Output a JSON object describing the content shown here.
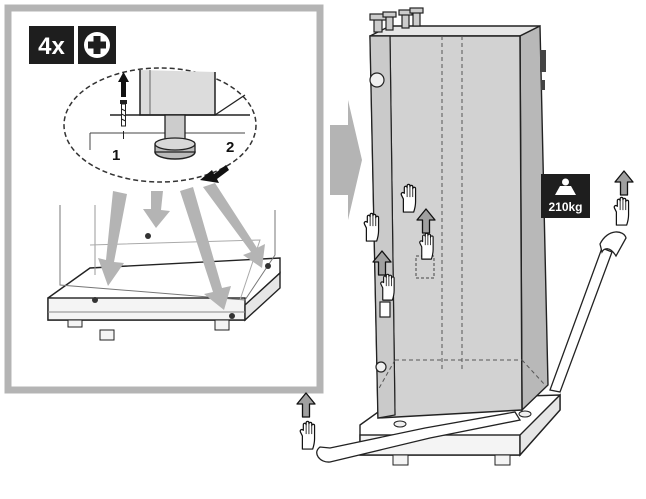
{
  "left_panel": {
    "count_label": "4x",
    "tool_icon": "phillips-screwdriver-icon",
    "step_1": "1",
    "step_2": "2"
  },
  "right_panel": {
    "weight_label": "210kg",
    "weight_icon": "weight-icon",
    "hand_icon": "hand-icon",
    "lift_icon": "arrow-up-icon"
  },
  "colors": {
    "panel_border": "#b4b4b4",
    "label_bg": "#1e1e1e",
    "appliance_fill": "#d2d2d2",
    "flow_arrow": "#b4b4b4",
    "hand_fill": "#ffffff",
    "lift_arrow_fill": "#a0a0a0"
  }
}
